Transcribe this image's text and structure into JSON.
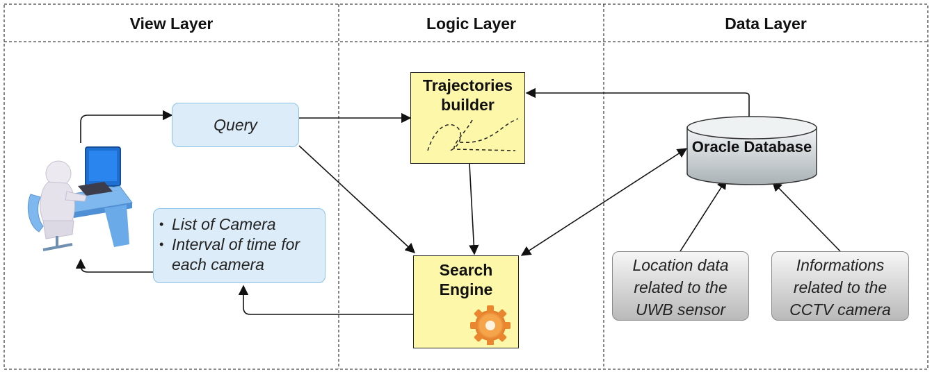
{
  "layers": {
    "view": "View Layer",
    "logic": "Logic Layer",
    "data": "Data Layer"
  },
  "view_layer": {
    "user_icon": "user-at-computer-icon",
    "query": "Query",
    "result_items": [
      "List of Camera",
      "Interval of time for each camera"
    ]
  },
  "logic_layer": {
    "trajectories_builder": "Trajectories builder",
    "search_engine": "Search Engine",
    "search_engine_icon": "gear-icon"
  },
  "data_layer": {
    "database": "Oracle Database",
    "location_data": "Location data related to the UWB sensor",
    "camera_info": "Informations related to the CCTV camera"
  },
  "colors": {
    "query_fill": "#dcecf8",
    "query_border": "#8ec2e6",
    "engine_fill": "#fdf7a9",
    "source_fill_top": "#f6f6f6",
    "source_fill_bottom": "#b9b9b9",
    "gear": "#f39c3c"
  }
}
